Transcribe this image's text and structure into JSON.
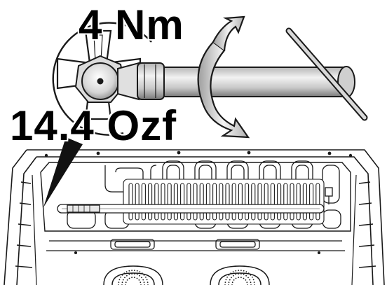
{
  "labels": {
    "torque_metric": "4 Nm",
    "torque_imperial": "14.4 Ozf"
  },
  "colors": {
    "ink": "#1a1a1a",
    "panel": "#ffffff",
    "shaft_shade": "#d9d9d9",
    "shaft_shadow": "#8c8c8c"
  },
  "icons": {
    "rotation": "clockwise-rotation-arrow",
    "tool": "torque-screwdriver",
    "element": "oven-heating-element"
  }
}
